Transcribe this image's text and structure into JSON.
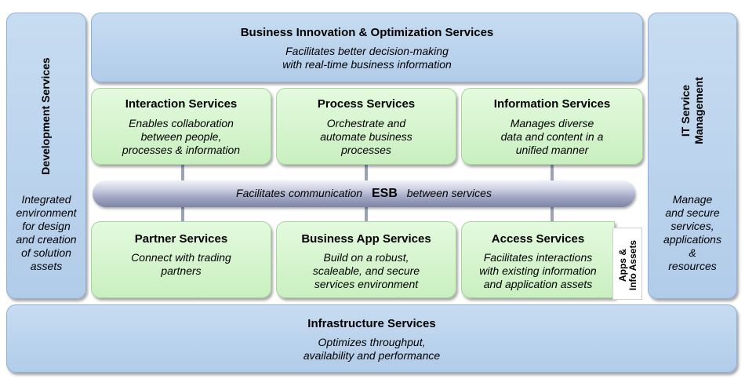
{
  "development_services": {
    "title": "Development Services",
    "description": "Integrated\nenvironment\nfor design\nand creation\nof solution\nassets"
  },
  "it_service_management": {
    "title": "IT Service\nManagement",
    "description": "Manage\nand secure\nservices,\napplications\n&\nresources"
  },
  "business_innovation": {
    "title": "Business Innovation & Optimization Services",
    "description": "Facilitates better decision-making\nwith real-time business information"
  },
  "interaction_services": {
    "title": "Interaction Services",
    "description": "Enables collaboration\nbetween people,\nprocesses & information"
  },
  "process_services": {
    "title": "Process Services",
    "description": "Orchestrate and\nautomate business\nprocesses"
  },
  "information_services": {
    "title": "Information Services",
    "description": "Manages diverse\ndata and content in a\nunified manner"
  },
  "esb": {
    "left_text": "Facilitates communication",
    "label": "ESB",
    "right_text": "between services"
  },
  "partner_services": {
    "title": "Partner Services",
    "description": "Connect with trading\npartners"
  },
  "business_app_services": {
    "title": "Business App Services",
    "description": "Build on a robust,\nscaleable, and secure\nservices environment"
  },
  "access_services": {
    "title": "Access Services",
    "description": "Facilitates interactions\nwith existing information\nand application assets"
  },
  "apps_info_assets": {
    "label": "Apps &\nInfo Assets"
  },
  "infrastructure_services": {
    "title": "Infrastructure Services",
    "description": "Optimizes throughput,\navailability and performance"
  },
  "colors": {
    "blue_fill": "#c0d6ee",
    "green_fill": "#d6f5cf",
    "esb_bar": "#a5abc6"
  }
}
